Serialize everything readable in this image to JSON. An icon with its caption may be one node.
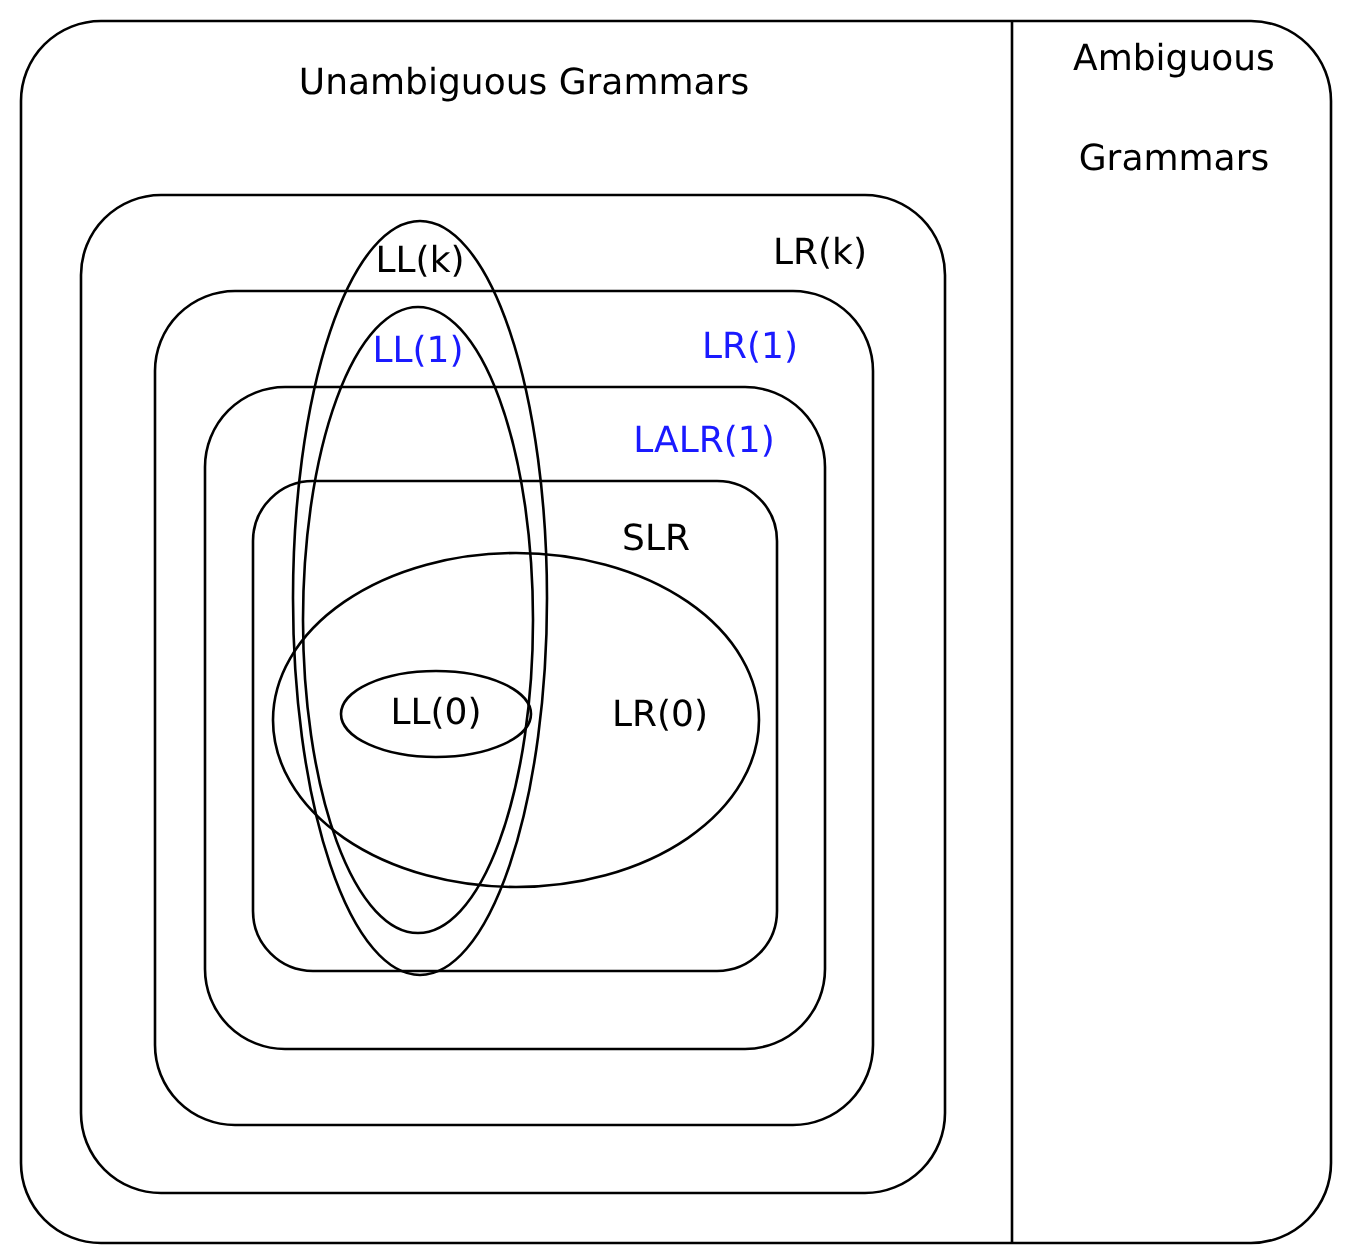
{
  "diagram": {
    "nodes": [
      {
        "text": [],
        "shape": "box"
      },
      {
        "text": [
          "Unambiguous Grammars"
        ],
        "in": 0
      },
      {
        "text": [
          "Ambiguous Grammars"
        ],
        "in": 0
      },
      {
        "text": [
          "LR(k)"
        ],
        "in": 1
      },
      {
        "text": [
          "LL(k)"
        ],
        "in": 3
      },
      {
        "text": [
          "LR(1)"
        ],
        "in": 3
      },
      {
        "text": [
          "LL(1)"
        ],
        "in": 4
      },
      {
        "text": [
          "LALR(1)"
        ],
        "in": 5
      },
      {
        "text": [
          "SLR"
        ],
        "in": 7
      },
      {
        "text": [
          "LR(0)"
        ],
        "in": 8
      },
      {
        "text": [
          "LL(0)"
        ]
      }
    ],
    "edges": []
  }
}
